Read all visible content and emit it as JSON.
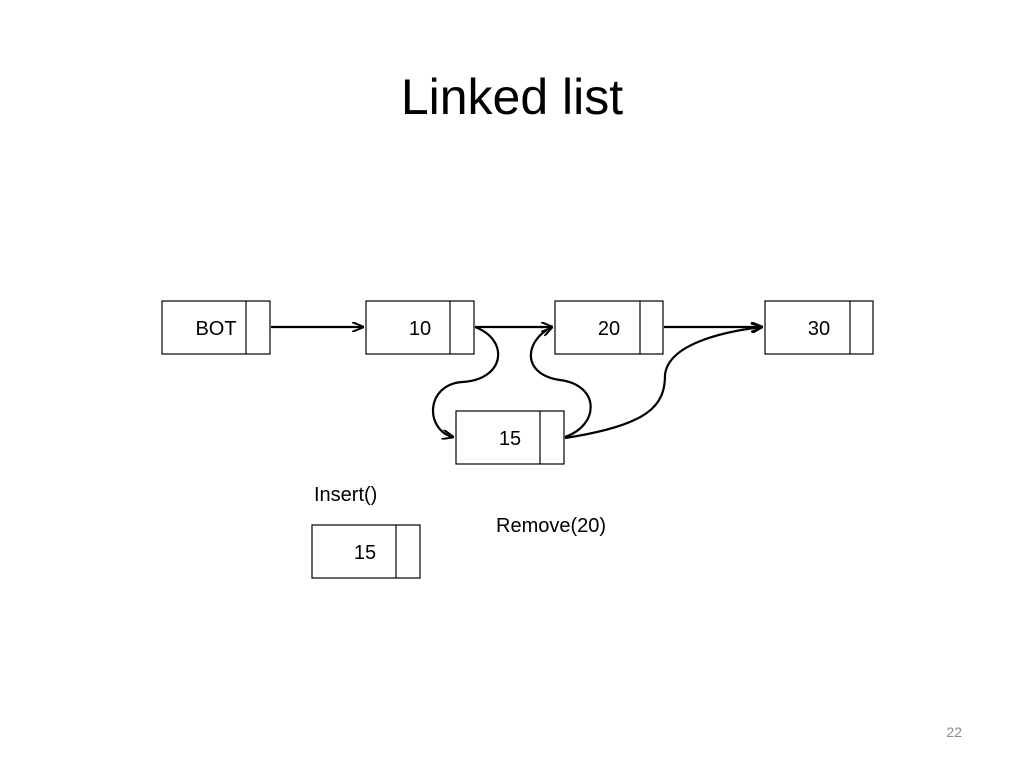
{
  "slide": {
    "title": "Linked list",
    "page_number": "22"
  },
  "diagram": {
    "nodes": {
      "bot": "BOT",
      "n10": "10",
      "n20": "20",
      "n30": "30",
      "inserted": "15",
      "standalone": "15"
    },
    "captions": {
      "insert": "Insert()",
      "remove": "Remove(20)"
    }
  }
}
